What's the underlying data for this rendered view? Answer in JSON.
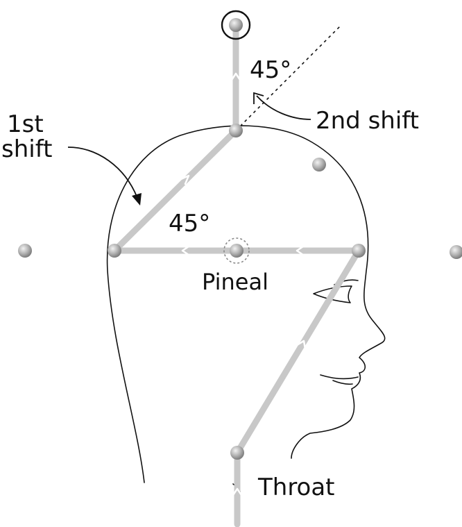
{
  "labels": {
    "angle_top": "45°",
    "second_shift": "2nd shift",
    "first_shift_line1": "1st",
    "first_shift_line2": "shift",
    "angle_mid": "45°",
    "pineal": "Pineal",
    "throat": "Throat"
  },
  "colors": {
    "path": "#c8c8c8",
    "outline": "#111111",
    "node": "#a8a8a8"
  }
}
